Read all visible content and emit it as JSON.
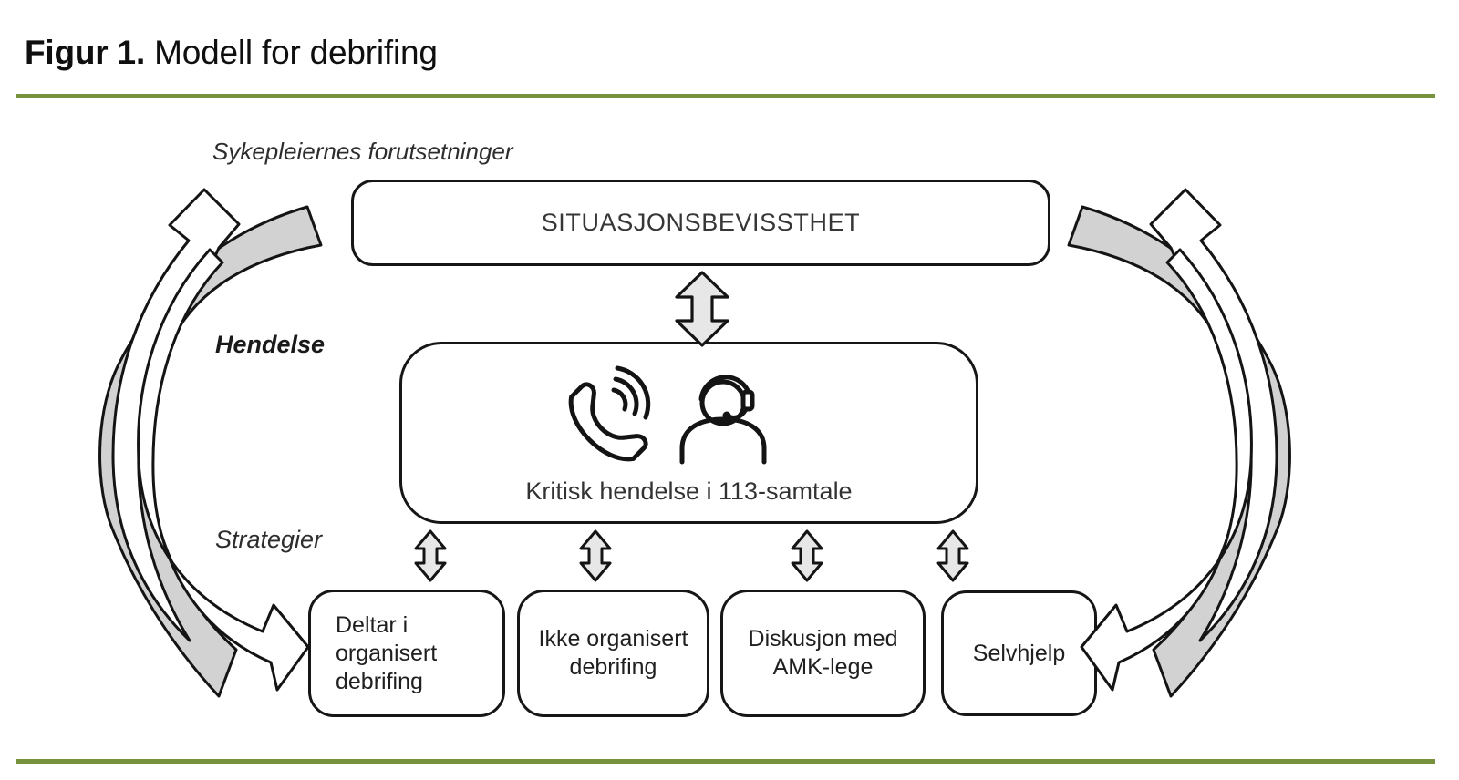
{
  "title": {
    "prefix_bold": "Figur 1.",
    "rest": " Modell for debrifing"
  },
  "diagram": {
    "side_labels": {
      "preconditions": "Sykepleiernes forutsetninger",
      "event": "Hendelse",
      "strategies": "Strategier"
    },
    "awareness_box": {
      "label": "SITUASJONSBEVISSTHET"
    },
    "incident_box": {
      "label": "Kritisk hendelse i 113-samtale",
      "icons": [
        "ringing-phone-icon",
        "operator-headset-icon"
      ]
    },
    "strategy_boxes": [
      {
        "id": "organized-debriefing",
        "lines": [
          "Deltar i",
          "organisert",
          "debrifing"
        ]
      },
      {
        "id": "not-organized-debriefing",
        "lines": [
          "Ikke organisert",
          "debrifing"
        ]
      },
      {
        "id": "amk-doctor-discussion",
        "lines": [
          "Diskusjon med",
          "AMK-lege"
        ]
      },
      {
        "id": "self-help",
        "lines": [
          "Selvhjelp"
        ]
      }
    ],
    "colors": {
      "band_gray": "#D2D2D2",
      "double_arrow_gray": "#E7E7E7",
      "outline_black": "#141414",
      "accent_green": "#76923C"
    }
  }
}
